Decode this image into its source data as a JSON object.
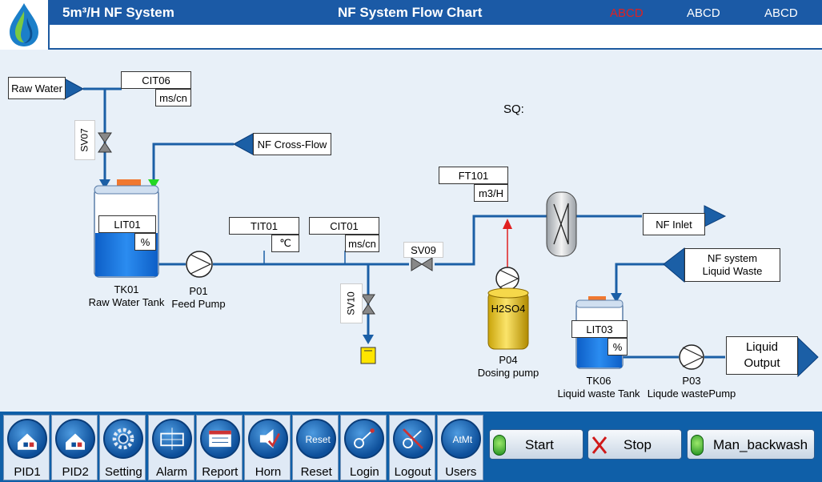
{
  "header": {
    "app_title": "5m³/H NF System",
    "page_title": "NF System Flow Chart",
    "users": [
      "ABCD",
      "ABCD",
      "ABCD"
    ],
    "user_colors": [
      "#e02020",
      "#ffffff",
      "#ffffff"
    ]
  },
  "sources": {
    "raw_water": "Raw Water",
    "nf_cross_flow": "NF Cross-Flow",
    "nf_inlet": "NF Inlet",
    "nf_waste_line1": "NF system",
    "nf_waste_line2": "Liquid Waste",
    "liquid_output_line1": "Liquid",
    "liquid_output_line2": "Output"
  },
  "instruments": {
    "cit06": {
      "tag": "CIT06",
      "unit": "ms/cn"
    },
    "lit01": {
      "tag": "LIT01",
      "unit": "%"
    },
    "tit01": {
      "tag": "TIT01",
      "unit": "℃"
    },
    "cit01": {
      "tag": "CIT01",
      "unit": "ms/cn"
    },
    "ft101": {
      "tag": "FT101",
      "unit": "m3/H"
    },
    "lit03": {
      "tag": "LIT03",
      "unit": "%"
    },
    "sq": "SQ:"
  },
  "valves": {
    "sv07": "SV07",
    "sv09": "SV09",
    "sv10": "SV10"
  },
  "equipment": {
    "tk01_tag": "TK01",
    "tk01_name": "Raw Water Tank",
    "p01_tag": "P01",
    "p01_name": "Feed Pump",
    "h2so4": "H2SO4",
    "p04_tag": "P04",
    "p04_name": "Dosing pump",
    "tk06_tag": "TK06",
    "tk06_name": "Liquid waste Tank",
    "p03_tag": "P03",
    "p03_name": "Liqude wastePump",
    "tk01_level": 0.5,
    "tk06_level": 0.6
  },
  "colors": {
    "pipe": "#1b5fa6",
    "dosing_line": "#e02020",
    "accent": "#1b5aa6"
  },
  "nav": [
    {
      "label": "PID1",
      "icon": "house-icon"
    },
    {
      "label": "PID2",
      "icon": "house-icon"
    },
    {
      "label": "Setting",
      "icon": "gear-icon"
    },
    {
      "label": "Alarm",
      "icon": "alarm-icon"
    },
    {
      "label": "Report",
      "icon": "report-icon"
    },
    {
      "label": "Horn",
      "icon": "horn-icon"
    },
    {
      "label": "Reset",
      "icon": "reset-icon",
      "circle_text": "Reset"
    },
    {
      "label": "Login",
      "icon": "key-icon"
    },
    {
      "label": "Logout",
      "icon": "logout-icon"
    },
    {
      "label": "Users",
      "icon": "users-icon",
      "circle_text": "AtMt"
    }
  ],
  "controls": {
    "start": "Start",
    "stop": "Stop",
    "backwash": "Man_backwash"
  }
}
